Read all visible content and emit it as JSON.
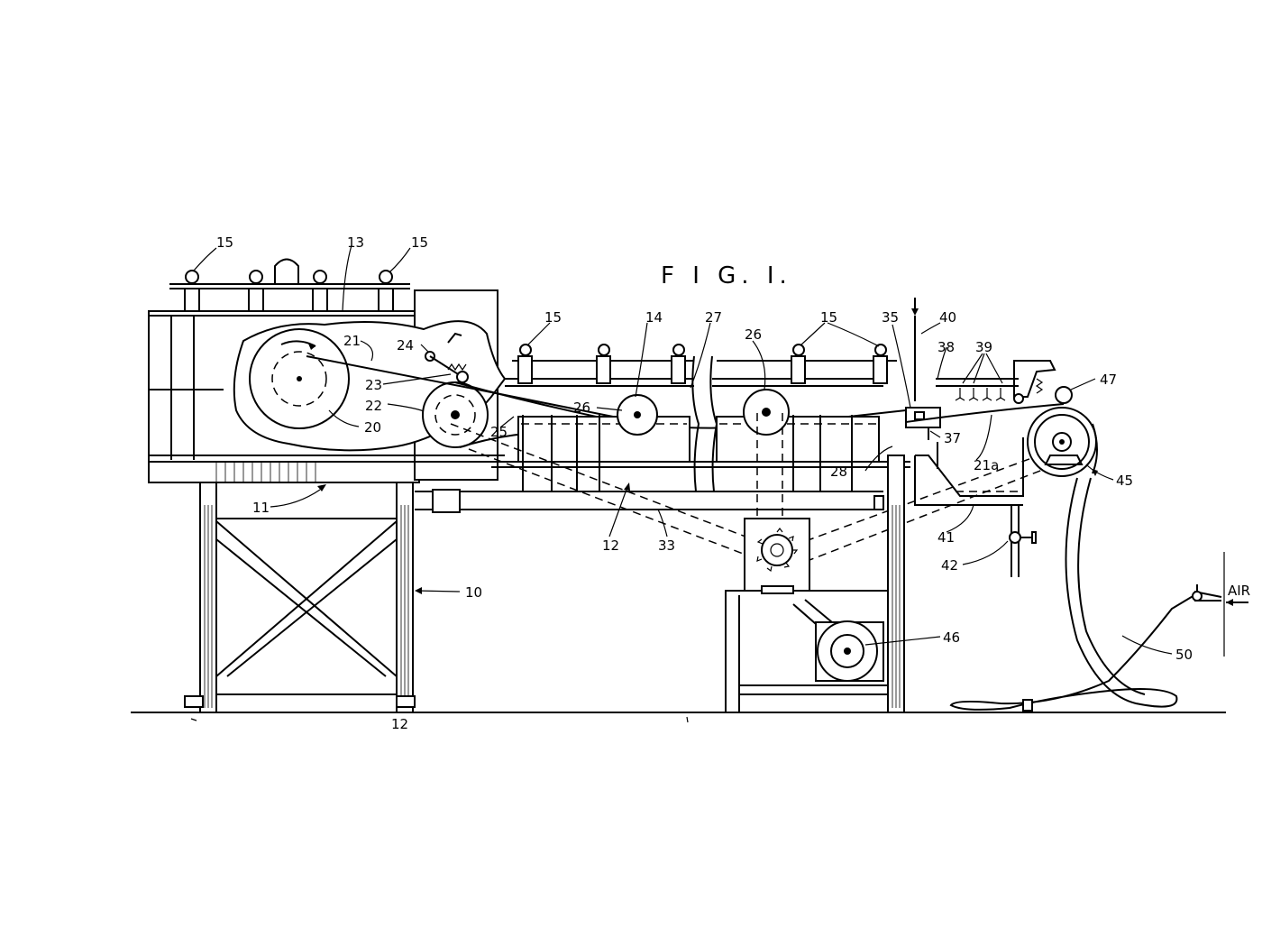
{
  "figure": {
    "title": "F I G.  I.",
    "reference_numerals": [
      {
        "key": "n15a",
        "text": "15"
      },
      {
        "key": "n13",
        "text": "13"
      },
      {
        "key": "n15b",
        "text": "15"
      },
      {
        "key": "n15c",
        "text": "15"
      },
      {
        "key": "n14",
        "text": "14"
      },
      {
        "key": "n27",
        "text": "27"
      },
      {
        "key": "n15d",
        "text": "15"
      },
      {
        "key": "n35",
        "text": "35"
      },
      {
        "key": "n40",
        "text": "40"
      },
      {
        "key": "n38",
        "text": "38"
      },
      {
        "key": "n39",
        "text": "39"
      },
      {
        "key": "n47",
        "text": "47"
      },
      {
        "key": "n21",
        "text": "21"
      },
      {
        "key": "n24",
        "text": "24"
      },
      {
        "key": "n23",
        "text": "23"
      },
      {
        "key": "n22",
        "text": "22"
      },
      {
        "key": "n20",
        "text": "20"
      },
      {
        "key": "n26a",
        "text": "26"
      },
      {
        "key": "n26b",
        "text": "26"
      },
      {
        "key": "n25",
        "text": "25"
      },
      {
        "key": "n37",
        "text": "37"
      },
      {
        "key": "n21a",
        "text": "21a"
      },
      {
        "key": "n28",
        "text": "28"
      },
      {
        "key": "n45",
        "text": "45"
      },
      {
        "key": "n11",
        "text": "11"
      },
      {
        "key": "n12a",
        "text": "12"
      },
      {
        "key": "n33",
        "text": "33"
      },
      {
        "key": "n41",
        "text": "41"
      },
      {
        "key": "n42",
        "text": "42"
      },
      {
        "key": "n10",
        "text": "10"
      },
      {
        "key": "n46",
        "text": "46"
      },
      {
        "key": "n50",
        "text": "50"
      },
      {
        "key": "air",
        "text": "AIR"
      },
      {
        "key": "n12b",
        "text": "12"
      }
    ]
  }
}
